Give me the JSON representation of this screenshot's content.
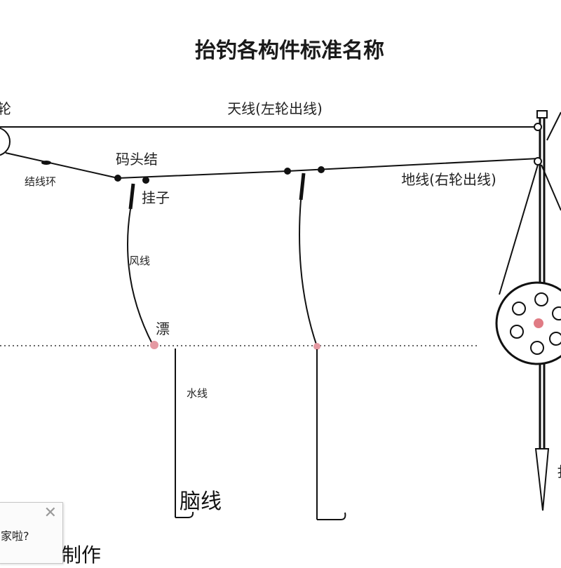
{
  "title": "抬钓各构件标准名称",
  "labels": {
    "wheel_left": "轮",
    "main_line_top": "天线(左轮出线)",
    "ring": "结线环",
    "knot": "码头结",
    "hanger": "挂子",
    "ground_line": "地线(右轮出线)",
    "wind_line": "风线",
    "float": "漂",
    "water_line": "水线",
    "leader_line": "脑线",
    "right_partial": "扌"
  },
  "popup": {
    "text": "家啦?",
    "close_icon": "close-icon"
  },
  "footer": {
    "made": "制作"
  },
  "colors": {
    "line": "#111111",
    "float_dot": "#e59aa3",
    "wheel_center": "#e07b84"
  }
}
